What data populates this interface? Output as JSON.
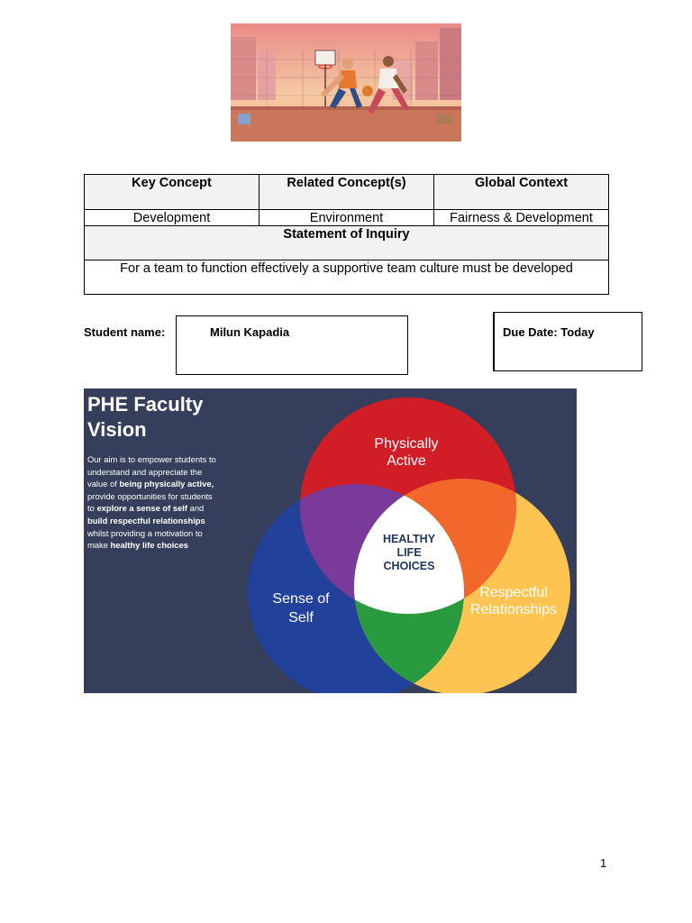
{
  "table": {
    "headers": [
      "Key Concept",
      "Related Concept(s)",
      "Global Context"
    ],
    "values": [
      "Development",
      "Environment",
      "Fairness & Development"
    ],
    "soi_title": "Statement of Inquiry",
    "soi_text": "For a team to function effectively a supportive team culture must be developed"
  },
  "student": {
    "label": "Student name:",
    "name": "Milun Kapadia"
  },
  "due": {
    "label": "Due Date: Today"
  },
  "poster": {
    "title_line1": "PHE Faculty",
    "title_line2": "Vision",
    "body": [
      "Our aim is to empower students to",
      "understand and appreciate the",
      "value of ",
      "being physically active,",
      "provide opportunities for students",
      "to ",
      "explore a sense of self",
      " and",
      "build respectful relationships",
      "whilst providing a motivation to",
      "make ",
      "healthy life choices"
    ],
    "circles": {
      "top_line1": "Physically",
      "top_line2": "Active",
      "left_line1": "Sense of",
      "left_line2": "Self",
      "right_line1": "Respectful",
      "right_line2": "Relationships",
      "center_line1": "HEALTHY",
      "center_line2": "LIFE",
      "center_line3": "CHOICES"
    },
    "colors": {
      "background": "#353f5b",
      "red": "#d11d26",
      "blue": "#22419a",
      "yellow": "#fdc452",
      "purple": "#7a3a9a",
      "orange": "#f2682a",
      "green": "#2a9a3f",
      "center_text": "#22355e"
    }
  },
  "page_number": "1"
}
